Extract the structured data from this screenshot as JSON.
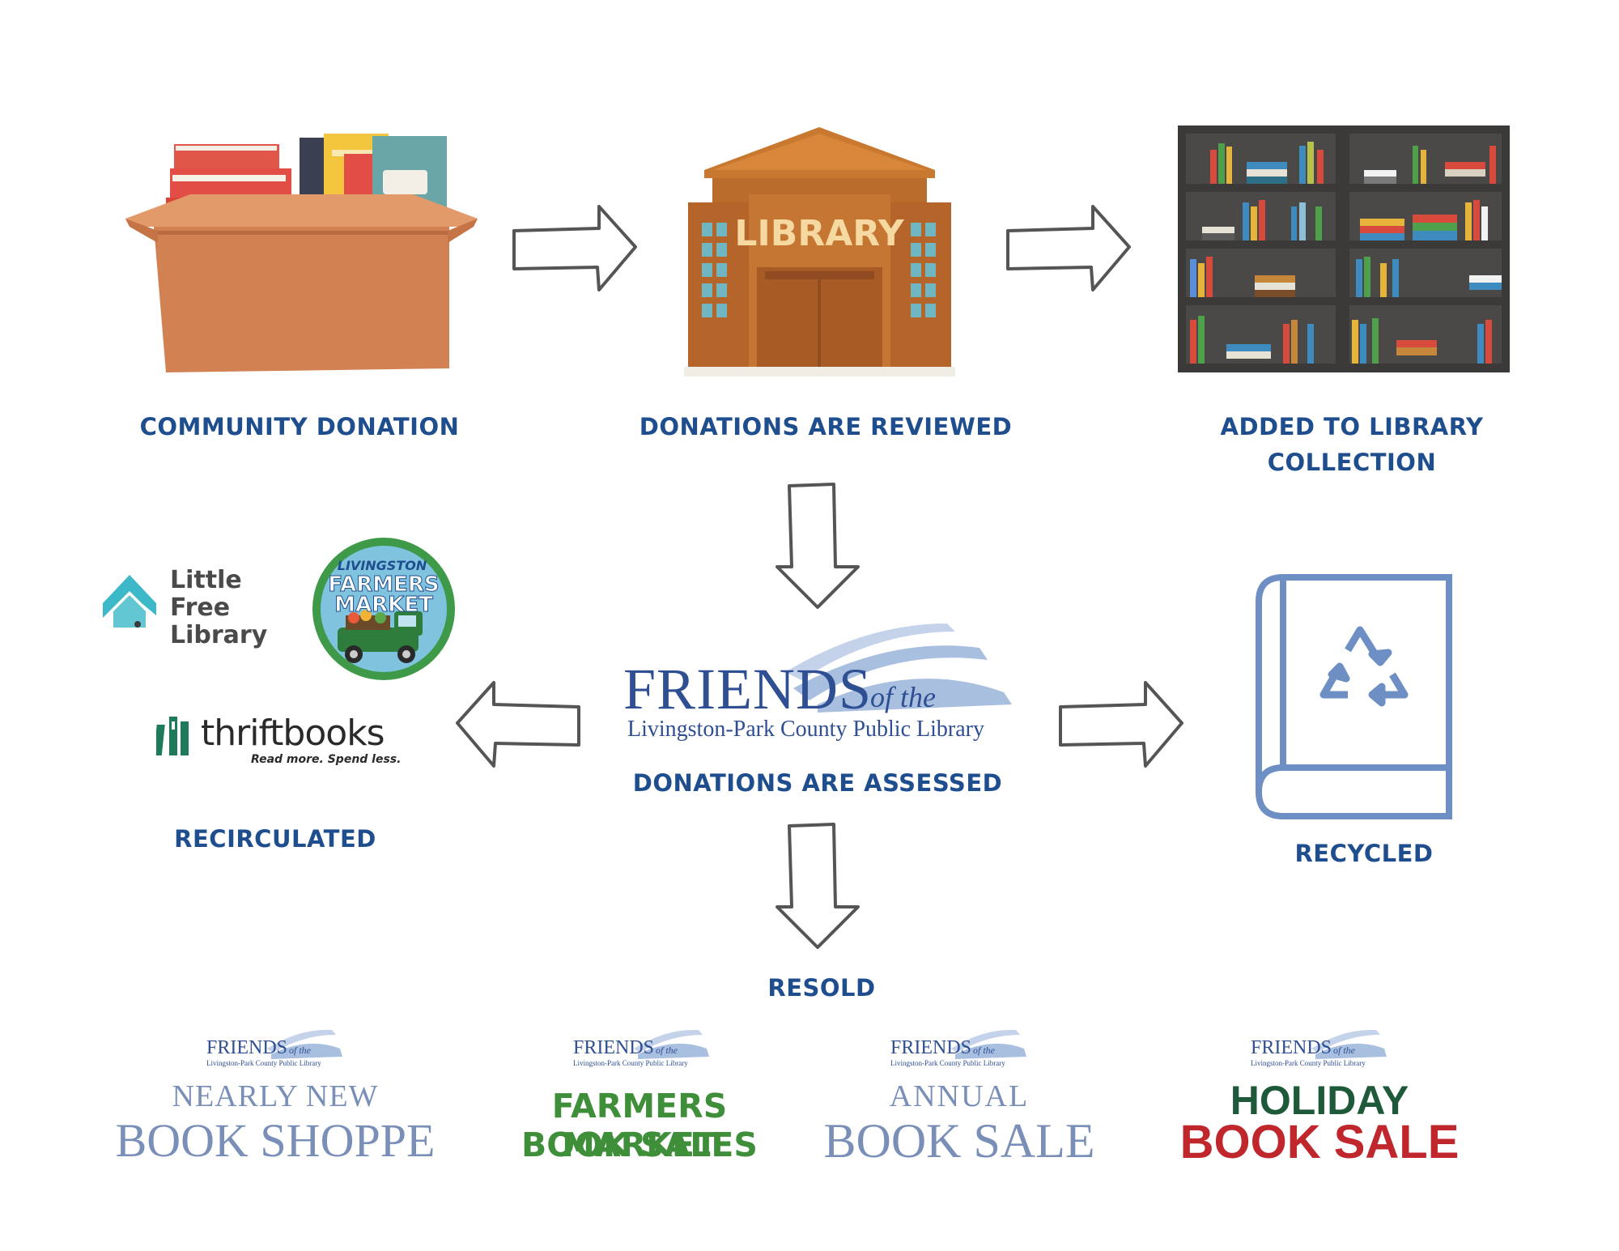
{
  "steps": {
    "community_donation": "COMMUNITY DONATION",
    "donations_reviewed": "DONATIONS ARE REVIEWED",
    "added_to_collection_line1": "ADDED TO LIBRARY",
    "added_to_collection_line2": "COLLECTION",
    "donations_assessed": "DONATIONS ARE ASSESSED",
    "recirculated": "RECIRCULATED",
    "recycled": "RECYCLED",
    "resold": "RESOLD"
  },
  "library_sign": "LIBRARY",
  "friends_logo": {
    "main": "FRIENDS",
    "of_the": "of the",
    "library_name": "Livingston-Park County Public Library"
  },
  "partners": {
    "little_free_library": [
      "Little",
      "Free",
      "Library"
    ],
    "farmers_market_badge": [
      "LIVINGSTON",
      "FARMERS",
      "MARKET"
    ],
    "thriftbooks_name": "thriftbooks",
    "thriftbooks_tagline": "Read more. Spend less."
  },
  "resale_outlets": {
    "nearly_new_line1": "NEARLY NEW",
    "nearly_new_line2": "BOOK SHOPPE",
    "farmers_line1": "FARMERS MARKET",
    "farmers_line2": "BOOK SALES",
    "annual_line1": "ANNUAL",
    "annual_line2": "BOOK SALE",
    "holiday_line1": "HOLIDAY",
    "holiday_line2": "BOOK SALE"
  },
  "colors": {
    "caption_blue": "#1f4e8f",
    "friends_blue": "#2f4f93",
    "swoosh_blue": "#a9bfe0",
    "holiday_green": "#1e5a3a",
    "holiday_red": "#c0272d",
    "farmers_green": "#3e8e3a",
    "recycle_blue": "#6d8fc4"
  }
}
